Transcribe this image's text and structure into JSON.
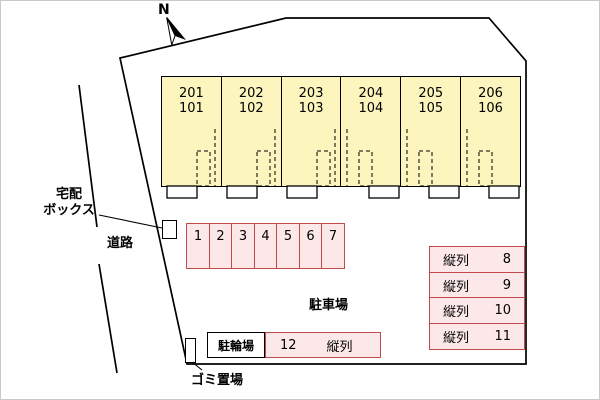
{
  "compass": {
    "label": "N"
  },
  "building": {
    "units": [
      {
        "upper": "201",
        "lower": "101"
      },
      {
        "upper": "202",
        "lower": "102"
      },
      {
        "upper": "203",
        "lower": "103"
      },
      {
        "upper": "204",
        "lower": "104"
      },
      {
        "upper": "205",
        "lower": "105"
      },
      {
        "upper": "206",
        "lower": "106"
      }
    ]
  },
  "parking": {
    "row": [
      "1",
      "2",
      "3",
      "4",
      "5",
      "6",
      "7"
    ],
    "lot_label": "駐車場",
    "vertical": {
      "rows": [
        {
          "label": "縦列",
          "number": "8"
        },
        {
          "label": "縦列",
          "number": "9"
        },
        {
          "label": "縦列",
          "number": "10"
        },
        {
          "label": "縦列",
          "number": "11"
        }
      ]
    },
    "tandem": {
      "number": "12",
      "label": "縦列"
    }
  },
  "labels": {
    "delivery_box": "宅配\nボックス",
    "road": "道路",
    "bicycle_parking": "駐輪場",
    "garbage_area": "ゴミ置場"
  },
  "colors": {
    "line": "#000000",
    "building_fill": "#fcf5bd",
    "parking_fill": "#fce8e8",
    "parking_border": "#c14a4a"
  }
}
